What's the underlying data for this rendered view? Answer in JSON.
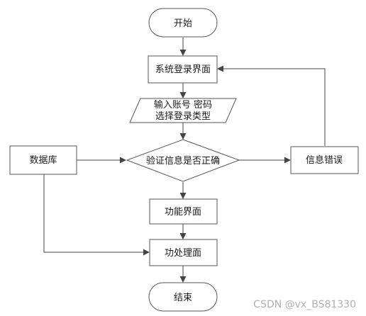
{
  "nodes": {
    "start": "开始",
    "login": "系统登录界面",
    "input_line1": "输入账号 密码",
    "input_line2": "选择登录类型",
    "decision": "验证信息是否正确",
    "error": "信息错误",
    "database": "数据库",
    "function": "功能界面",
    "process": "功处理面",
    "end": "结束"
  },
  "watermark": "CSDN @vx_BS81330",
  "colors": {
    "stroke": "#555555",
    "fill": "#ffffff",
    "text": "#1a1a1a",
    "watermark": "#b0b0b0"
  }
}
